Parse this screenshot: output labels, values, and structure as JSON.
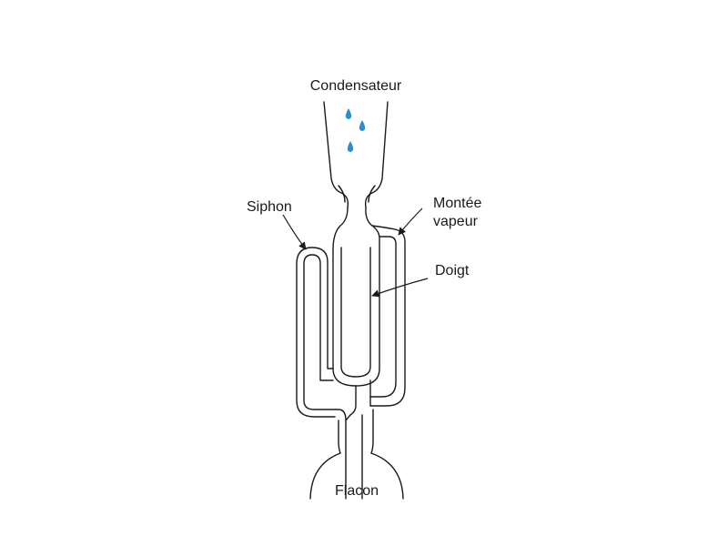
{
  "labels": {
    "condenser": "Condensateur",
    "siphon": "Siphon",
    "vapor_rise_line1": "Montée",
    "vapor_rise_line2": "vapeur",
    "finger": "Doigt",
    "flask": "Flacon"
  },
  "colors": {
    "droplet": "#2a8fcf",
    "line": "#1a1a1a"
  }
}
